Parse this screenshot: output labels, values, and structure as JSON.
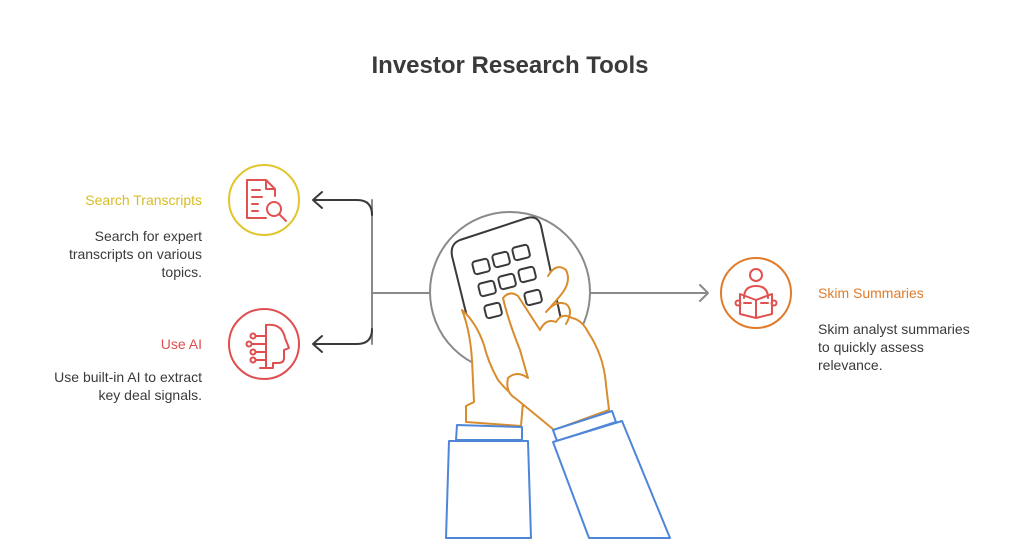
{
  "title": "Investor Research Tools",
  "colors": {
    "search": "#e2c52d",
    "search_icon": "#e0524f",
    "ai": "#df4f4f",
    "skim": "#e07c2b",
    "hand_orange": "#d98c2e",
    "sleeve_blue": "#4f86d8",
    "arrow": "#3a3a3a",
    "connector": "#8a8a8a",
    "text": "#3a3a3a"
  },
  "items": [
    {
      "id": "search-transcripts",
      "label": "Search Transcripts",
      "description": [
        "Search for expert",
        "transcripts on various",
        "topics."
      ],
      "icon": "document-search-icon"
    },
    {
      "id": "use-ai",
      "label": "Use AI",
      "description": [
        "Use built-in AI to extract",
        "key deal signals."
      ],
      "icon": "ai-head-icon"
    },
    {
      "id": "skim-summaries",
      "label": "Skim Summaries",
      "description": [
        "Skim analyst summaries",
        "to quickly assess",
        "relevance."
      ],
      "icon": "person-reading-icon"
    }
  ],
  "center_icon": "hand-holding-tablet-icon"
}
